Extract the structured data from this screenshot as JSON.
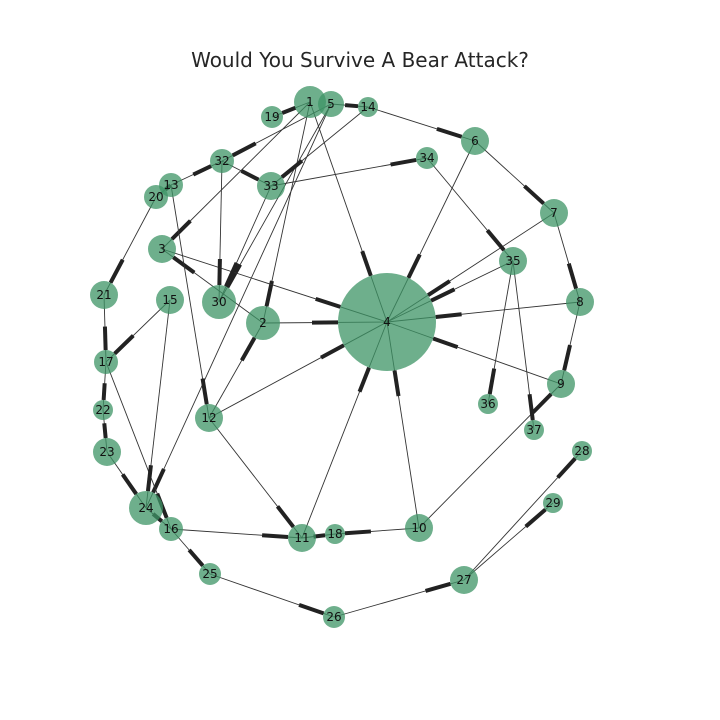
{
  "diagram": {
    "title": "Would You Survive A Bear Attack?",
    "node_color": "#3d9465",
    "edge_color": "#333333",
    "nodes": [
      {
        "id": "1"
      },
      {
        "id": "2"
      },
      {
        "id": "3"
      },
      {
        "id": "4"
      },
      {
        "id": "5"
      },
      {
        "id": "6"
      },
      {
        "id": "7"
      },
      {
        "id": "8"
      },
      {
        "id": "9"
      },
      {
        "id": "10"
      },
      {
        "id": "11"
      },
      {
        "id": "12"
      },
      {
        "id": "13"
      },
      {
        "id": "14"
      },
      {
        "id": "15"
      },
      {
        "id": "16"
      },
      {
        "id": "17"
      },
      {
        "id": "18"
      },
      {
        "id": "19"
      },
      {
        "id": "20"
      },
      {
        "id": "21"
      },
      {
        "id": "22"
      },
      {
        "id": "23"
      },
      {
        "id": "24"
      },
      {
        "id": "25"
      },
      {
        "id": "26"
      },
      {
        "id": "27"
      },
      {
        "id": "28"
      },
      {
        "id": "29"
      },
      {
        "id": "30"
      },
      {
        "id": "32"
      },
      {
        "id": "33"
      },
      {
        "id": "34"
      },
      {
        "id": "35"
      },
      {
        "id": "36"
      },
      {
        "id": "37"
      }
    ],
    "edges": [
      [
        "1",
        "2"
      ],
      [
        "1",
        "4"
      ],
      [
        "1",
        "19"
      ],
      [
        "1",
        "3"
      ],
      [
        "5",
        "14"
      ],
      [
        "5",
        "30"
      ],
      [
        "5",
        "24"
      ],
      [
        "5",
        "32"
      ],
      [
        "14",
        "6"
      ],
      [
        "14",
        "33"
      ],
      [
        "6",
        "4"
      ],
      [
        "6",
        "7"
      ],
      [
        "7",
        "4"
      ],
      [
        "7",
        "8"
      ],
      [
        "8",
        "4"
      ],
      [
        "8",
        "9"
      ],
      [
        "9",
        "4"
      ],
      [
        "2",
        "4"
      ],
      [
        "2",
        "3"
      ],
      [
        "3",
        "4"
      ],
      [
        "12",
        "4"
      ],
      [
        "12",
        "2"
      ],
      [
        "12",
        "11"
      ],
      [
        "11",
        "4"
      ],
      [
        "11",
        "18"
      ],
      [
        "10",
        "4"
      ],
      [
        "10",
        "9"
      ],
      [
        "10",
        "18"
      ],
      [
        "13",
        "12"
      ],
      [
        "13",
        "32"
      ],
      [
        "13",
        "20"
      ],
      [
        "32",
        "33"
      ],
      [
        "32",
        "30"
      ],
      [
        "33",
        "34"
      ],
      [
        "33",
        "30"
      ],
      [
        "34",
        "35"
      ],
      [
        "35",
        "36"
      ],
      [
        "35",
        "37"
      ],
      [
        "35",
        "4"
      ],
      [
        "20",
        "21"
      ],
      [
        "21",
        "17"
      ],
      [
        "17",
        "22"
      ],
      [
        "17",
        "16"
      ],
      [
        "15",
        "17"
      ],
      [
        "15",
        "24"
      ],
      [
        "22",
        "23"
      ],
      [
        "23",
        "24"
      ],
      [
        "24",
        "16"
      ],
      [
        "16",
        "11"
      ],
      [
        "16",
        "25"
      ],
      [
        "25",
        "26"
      ],
      [
        "26",
        "27"
      ],
      [
        "27",
        "28"
      ],
      [
        "27",
        "29"
      ]
    ]
  }
}
